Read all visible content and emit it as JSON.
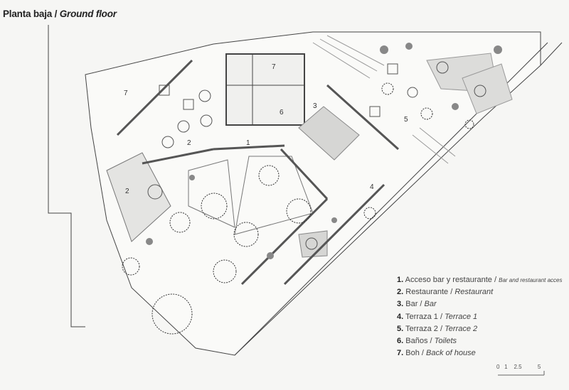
{
  "title": {
    "es": "Planta baja",
    "en": "Ground floor"
  },
  "legend": [
    {
      "num": "1.",
      "es": "Acceso bar y restaurante",
      "en": "Bar and restaurant acces"
    },
    {
      "num": "2.",
      "es": "Restaurante",
      "en": "Restaurant"
    },
    {
      "num": "3.",
      "es": "Bar",
      "en": "Bar"
    },
    {
      "num": "4.",
      "es": "Terraza 1",
      "en": "Terrace 1"
    },
    {
      "num": "5.",
      "es": "Terraza 2",
      "en": "Terrace 2"
    },
    {
      "num": "6.",
      "es": "Baños",
      "en": "Toilets"
    },
    {
      "num": "7.",
      "es": "Boh",
      "en": "Back of house"
    }
  ],
  "scale": {
    "ticks": [
      "0",
      "1",
      "2.5",
      "5"
    ]
  },
  "room_labels": {
    "r7a": "7",
    "r7b": "7",
    "r3": "3",
    "r6": "6",
    "r1": "1",
    "r2a": "2",
    "r2b": "2",
    "r4": "4",
    "r5": "5"
  },
  "colors": {
    "line": "#444444",
    "paper": "#f6f6f4",
    "shade": "#d6d6d4"
  }
}
